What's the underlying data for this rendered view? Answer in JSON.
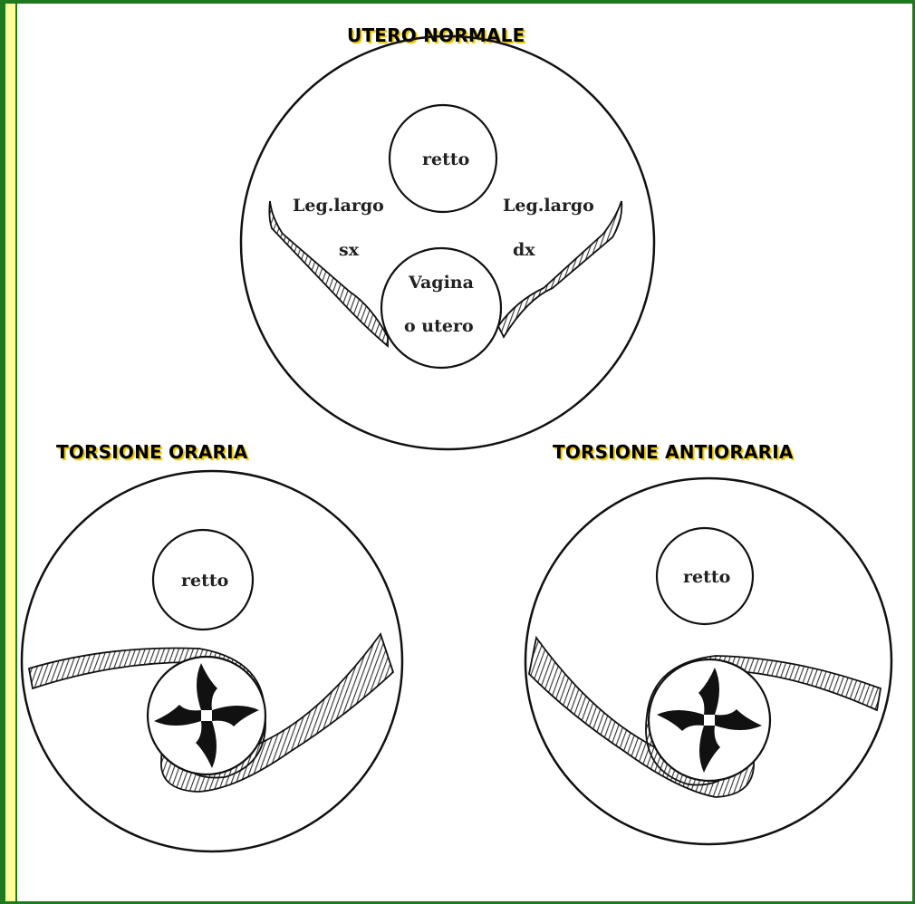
{
  "titles": {
    "normal": "UTERO NORMALE",
    "clockwise": "TORSIONE ORARIA",
    "counterclockwise": "TORSIONE ANTIORARIA"
  },
  "normal_labels": {
    "rectum": "retto",
    "left_ligament_line1": "Leg.largo",
    "left_ligament_line2": "sx",
    "right_ligament_line1": "Leg.largo",
    "right_ligament_line2": "dx",
    "center_line1": "Vagina",
    "center_line2": "o utero"
  },
  "clockwise_labels": {
    "rectum": "retto"
  },
  "counterclockwise_labels": {
    "rectum": "retto"
  },
  "colors": {
    "frame": "#1f7a1f",
    "left_strip": "#ffff99",
    "title_shadow": "#e6c200"
  }
}
